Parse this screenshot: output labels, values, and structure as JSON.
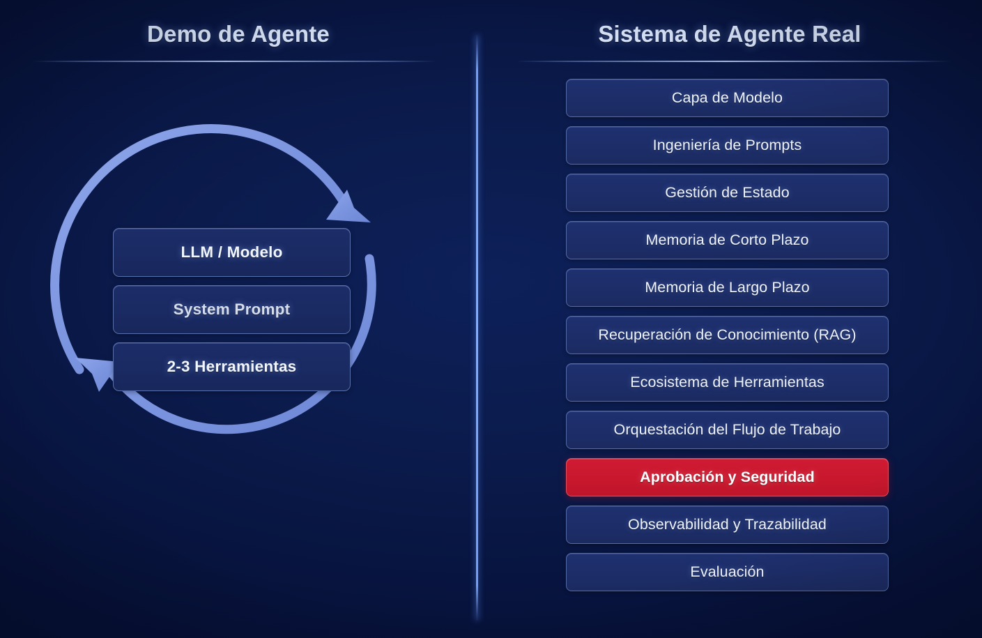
{
  "slide": {
    "background_color": "#0b1b4c",
    "divider_color": "#82a5ff"
  },
  "left_panel": {
    "title": "Demo de Agente",
    "loop": {
      "icon": "circular-loop-arrows",
      "color": "#7d96e0"
    },
    "boxes": [
      {
        "label": "LLM / Modelo",
        "emphasis": "bright"
      },
      {
        "label": "System Prompt",
        "emphasis": "dim"
      },
      {
        "label": "2-3 Herramientas",
        "emphasis": "bright"
      }
    ]
  },
  "right_panel": {
    "title": "Sistema de Agente Real",
    "highlight_color": "#c8182e",
    "boxes": [
      {
        "label": "Capa de Modelo",
        "highlighted": false
      },
      {
        "label": "Ingeniería de Prompts",
        "highlighted": false
      },
      {
        "label": "Gestión de Estado",
        "highlighted": false
      },
      {
        "label": "Memoria de Corto Plazo",
        "highlighted": false
      },
      {
        "label": "Memoria de Largo Plazo",
        "highlighted": false
      },
      {
        "label": "Recuperación de Conocimiento (RAG)",
        "highlighted": false
      },
      {
        "label": "Ecosistema de Herramientas",
        "highlighted": false
      },
      {
        "label": "Orquestación del Flujo de Trabajo",
        "highlighted": false
      },
      {
        "label": "Aprobación y Seguridad",
        "highlighted": true
      },
      {
        "label": "Observabilidad y Trazabilidad",
        "highlighted": false
      },
      {
        "label": "Evaluación",
        "highlighted": false
      }
    ]
  }
}
